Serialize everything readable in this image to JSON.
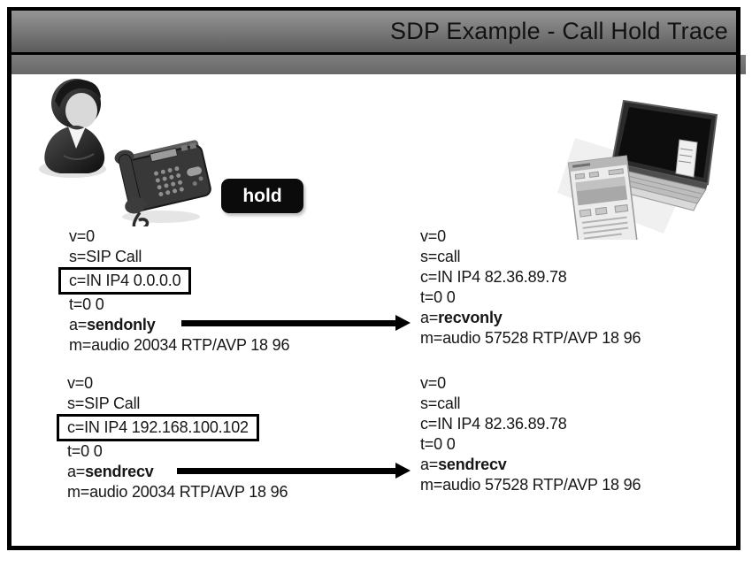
{
  "title": "SDP Example - Call Hold Trace",
  "hold_badge": {
    "label": "hold"
  },
  "icons": [
    {
      "name": "person-icon",
      "depicts": "business person (caller)"
    },
    {
      "name": "desk-phone-icon",
      "depicts": "desk telephone"
    },
    {
      "name": "laptop-icon",
      "depicts": "laptop with softphone window (callee)"
    }
  ],
  "colors": {
    "titlebar_gradient_top": "#959595",
    "titlebar_gradient_bottom": "#5c5c5c",
    "titlebar_shadow_band": "#707070",
    "frame_border": "#000000",
    "hold_badge_bg": "#0b0b0b",
    "hold_badge_text": "#ffffff",
    "body_text": "#161616"
  },
  "sdp_blocks": [
    {
      "id": "phone-hold-offer",
      "lines": [
        {
          "text": "v=0"
        },
        {
          "text": "s=SIP Call"
        },
        {
          "text": "c=IN IP4 0.0.0.0",
          "boxed": true
        },
        {
          "text": "t=0 0"
        },
        {
          "pre": "a=",
          "bold": "sendonly"
        },
        {
          "text": "m=audio 20034 RTP/AVP 18 96"
        }
      ]
    },
    {
      "id": "laptop-hold-answer",
      "lines": [
        {
          "text": "v=0"
        },
        {
          "text": "s=call"
        },
        {
          "text": "c=IN IP4 82.36.89.78"
        },
        {
          "text": "t=0 0"
        },
        {
          "pre": "a=",
          "bold": "recvonly"
        },
        {
          "text": "m=audio 57528 RTP/AVP 18 96"
        }
      ]
    },
    {
      "id": "phone-resume-offer",
      "lines": [
        {
          "text": "v=0"
        },
        {
          "text": "s=SIP Call"
        },
        {
          "text": "c=IN IP4 192.168.100.102",
          "boxed": true
        },
        {
          "text": "t=0 0"
        },
        {
          "pre": "a=",
          "bold": "sendrecv"
        },
        {
          "text": "m=audio 20034 RTP/AVP 18 96"
        }
      ]
    },
    {
      "id": "laptop-resume-answer",
      "lines": [
        {
          "text": "v=0"
        },
        {
          "text": "s=call"
        },
        {
          "text": "c=IN IP4 82.36.89.78"
        },
        {
          "text": "t=0 0"
        },
        {
          "pre": "a=",
          "bold": "sendrecv"
        },
        {
          "text": "m=audio 57528 RTP/AVP 18 96"
        }
      ]
    }
  ],
  "arrows": [
    {
      "name": "hold-offer-arrow",
      "from": "a=sendonly",
      "to": "a=recvonly",
      "direction": "right"
    },
    {
      "name": "resume-offer-arrow",
      "from": "a=sendrecv",
      "to": "a=sendrecv",
      "direction": "right"
    }
  ]
}
